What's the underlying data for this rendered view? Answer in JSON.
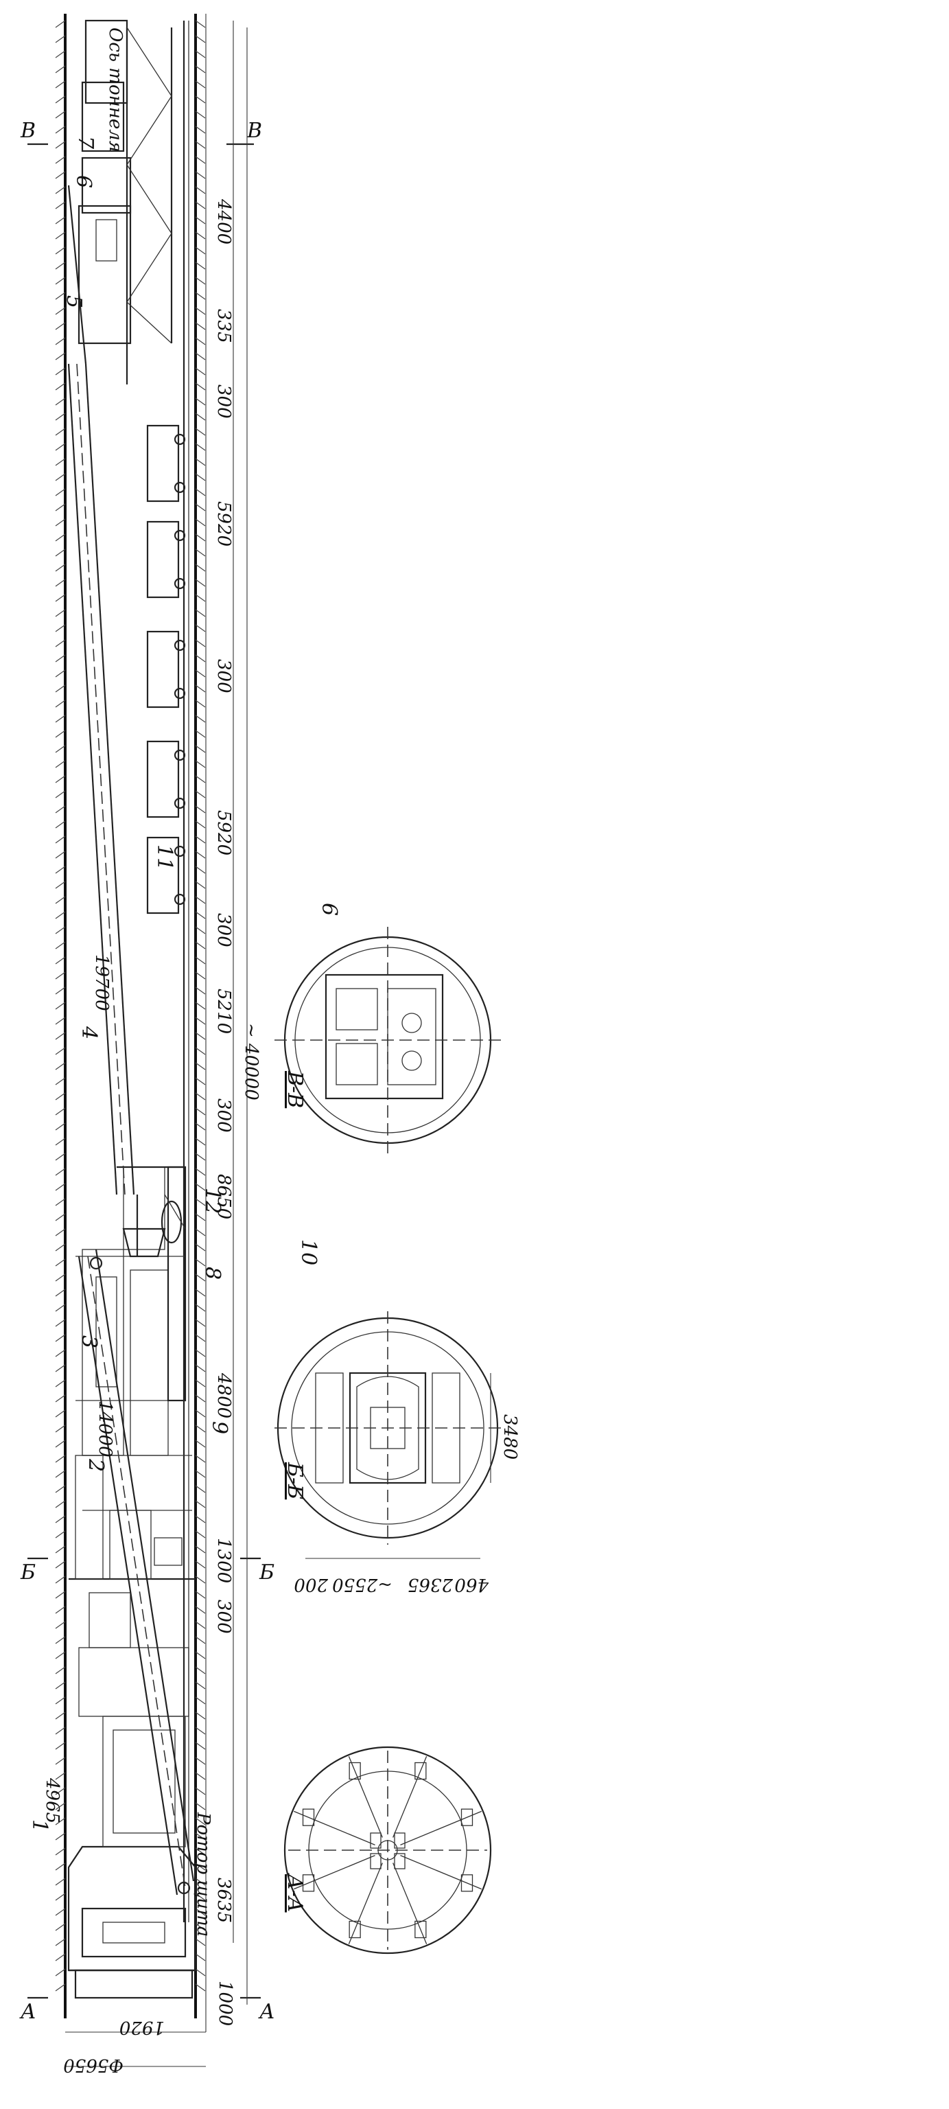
{
  "main_view": {
    "section_marks": {
      "a": "А",
      "b": "Б",
      "v": "В"
    },
    "tunnel_axis_label": "Ось тоннеля",
    "rotor_label": "Ротор щита",
    "callouts": [
      "1",
      "2",
      "3",
      "4",
      "5",
      "6",
      "7",
      "8",
      "9",
      "10",
      "11",
      "12"
    ],
    "dimensions": {
      "d_5650": "Ф5650",
      "d_1920": "1920",
      "d_1000": "1000",
      "d_3635": "3635",
      "d_300a": "300",
      "d_1300": "1300",
      "d_4800": "4800",
      "d_8650": "8650",
      "d_300b": "300",
      "d_5210": "5210",
      "d_300c": "300",
      "d_5920a": "5920",
      "d_300d": "300",
      "d_5920b": "5920",
      "d_300e": "300",
      "d_335": "335",
      "d_4400": "4400",
      "d_40000": "~ 40000",
      "d_4965": "4965",
      "d_14000": "14000",
      "d_19700": "19700"
    }
  },
  "section_views": {
    "a_a": {
      "title": "А-А"
    },
    "b_b": {
      "title": "Б-Б",
      "dims": [
        "200",
        "~2550",
        "2365",
        "460"
      ],
      "dim_3480": "3480",
      "callout": "10"
    },
    "v_v": {
      "title": "В-В",
      "callout": "6"
    }
  }
}
